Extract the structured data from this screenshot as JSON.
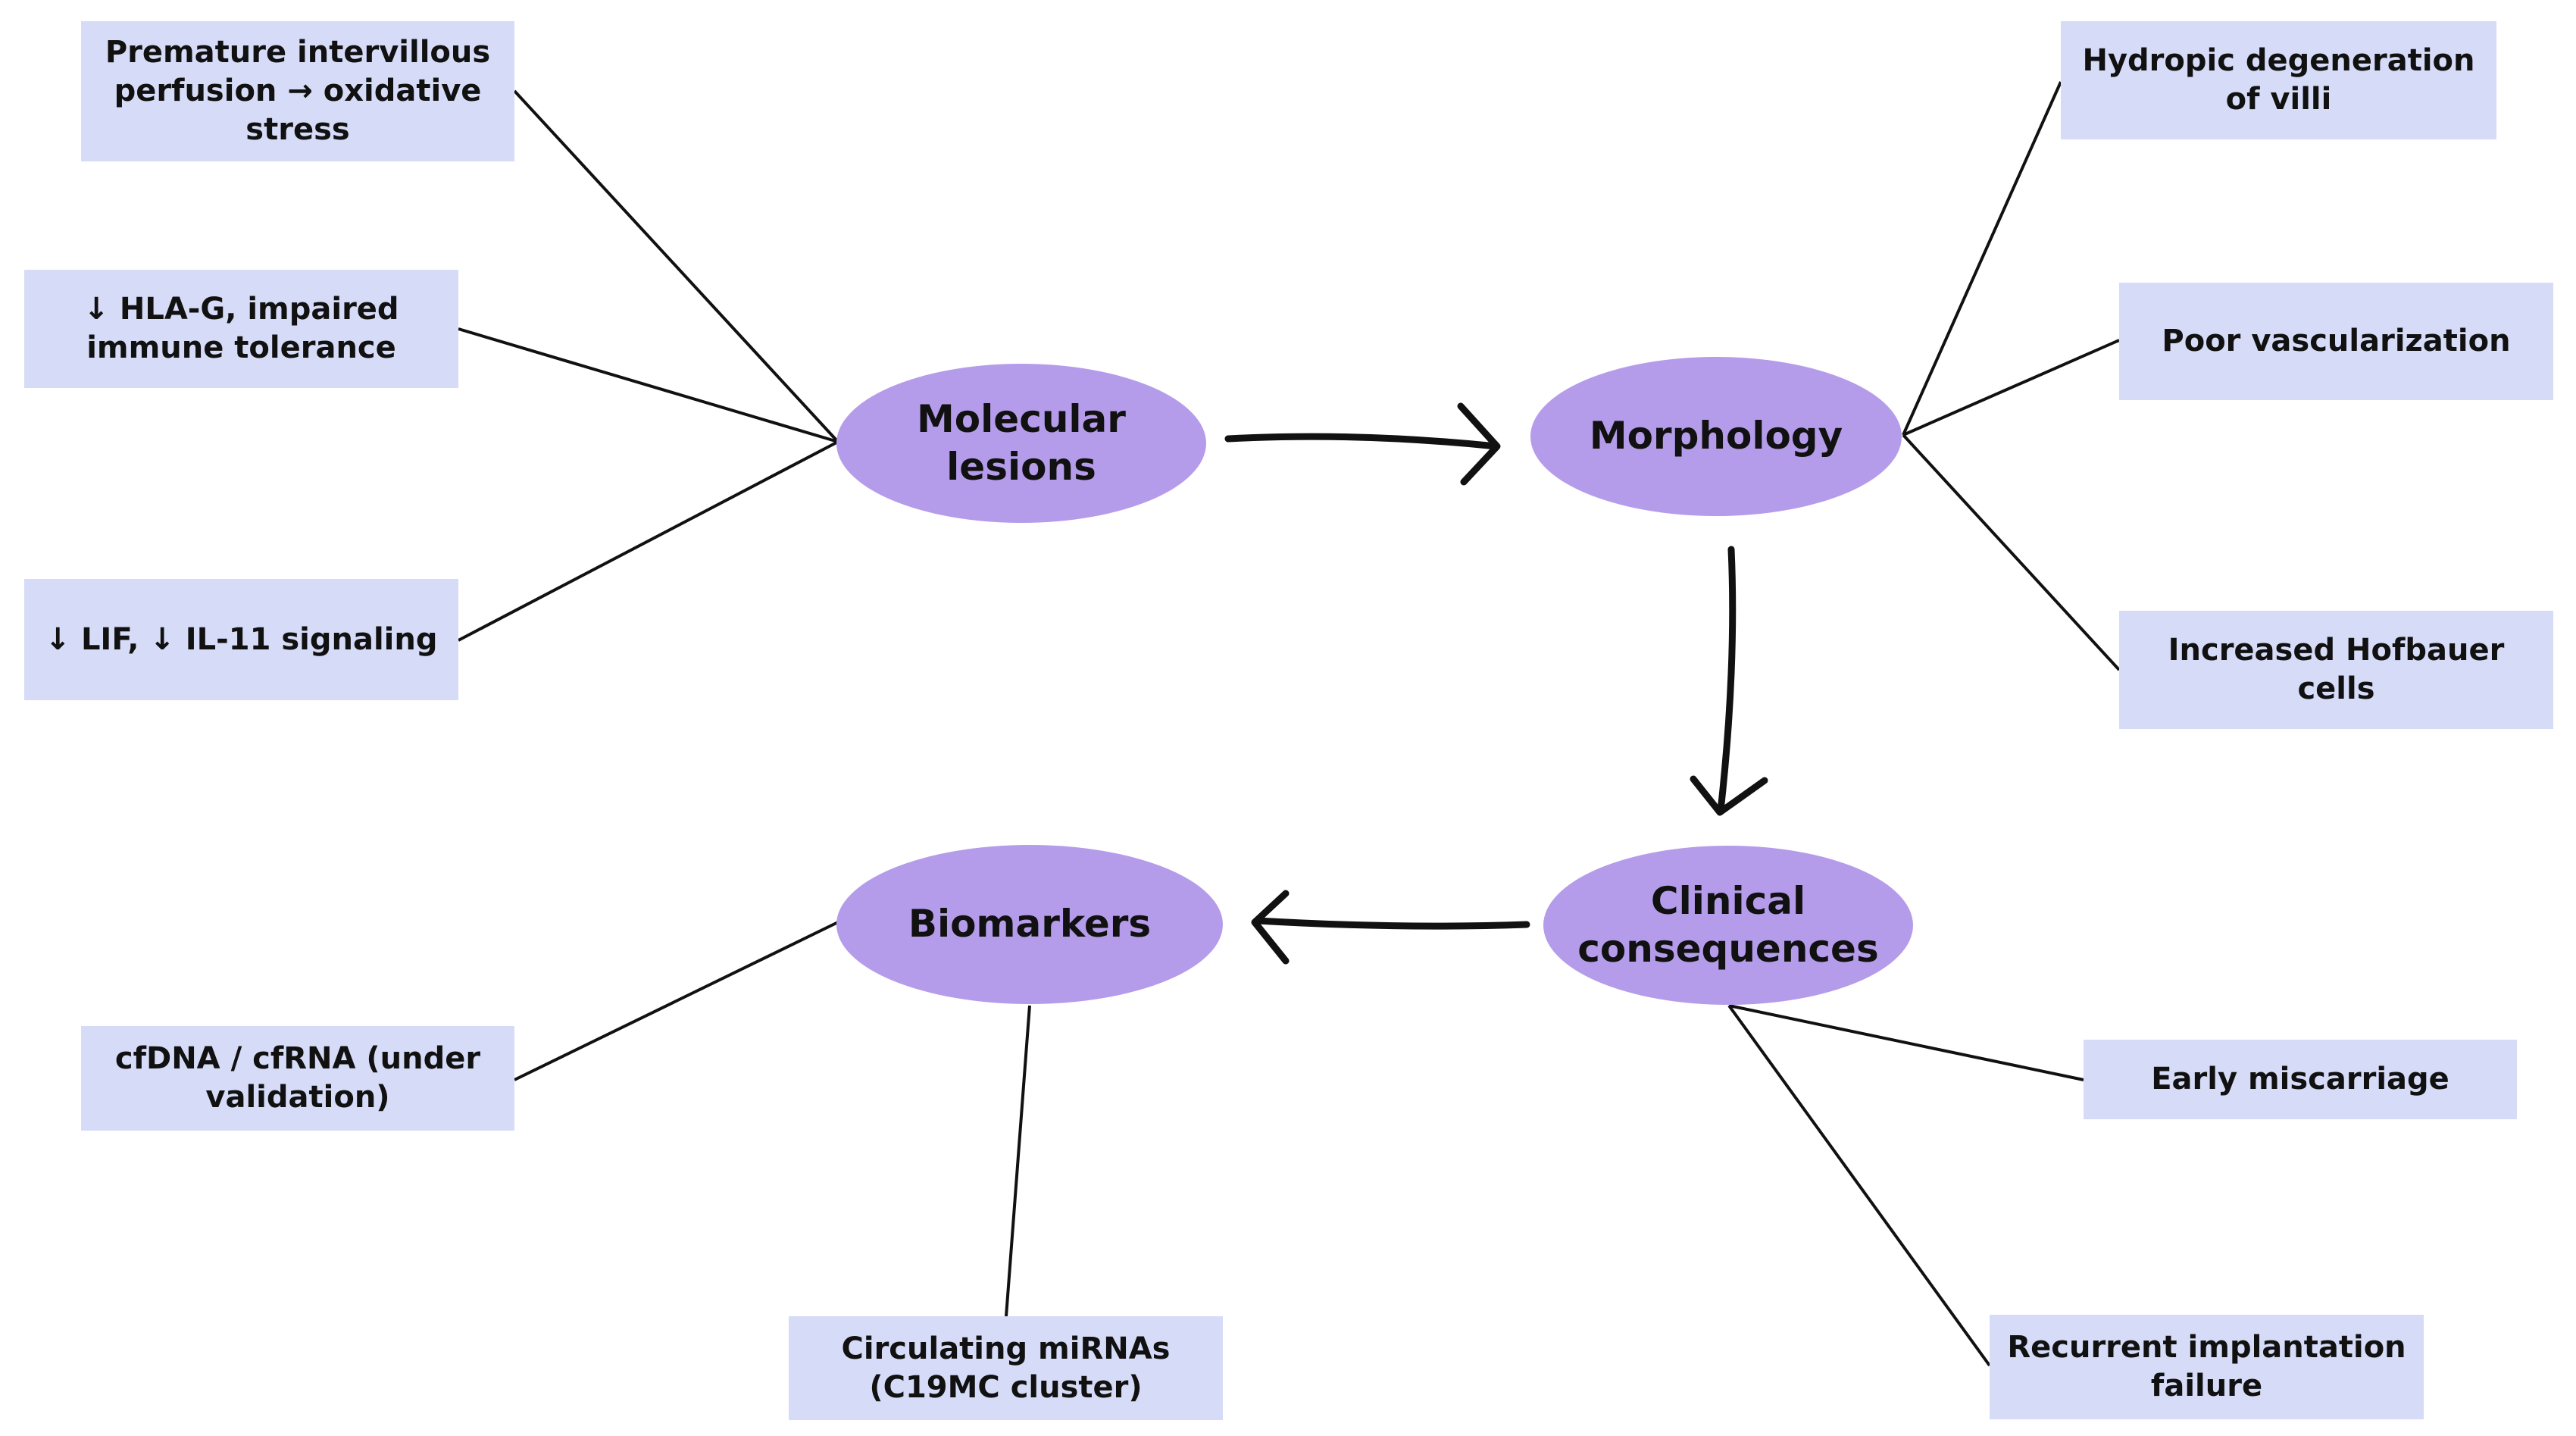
{
  "colors": {
    "node_fill": "#b59cea",
    "box_fill": "#d6dbf7",
    "line": "#111111",
    "text": "#111111"
  },
  "nodes": {
    "molecular": "Molecular lesions",
    "morphology": "Morphology",
    "clinical": "Clinical consequences",
    "biomarkers": "Biomarkers"
  },
  "boxes": {
    "perfusion": "Premature intervillous perfusion → oxidative stress",
    "hla_g": "↓ HLA-G, impaired immune tolerance",
    "lif": "↓ LIF, ↓ IL-11 signaling",
    "hydropic": "Hydropic degeneration of villi",
    "vascularization": "Poor vascularization",
    "hofbauer": "Increased Hofbauer cells",
    "miscarriage": "Early miscarriage",
    "implantation": "Recurrent implantation failure",
    "cfdna": "cfDNA / cfRNA (under validation)",
    "mirna": "Circulating miRNAs (C19MC cluster)"
  }
}
